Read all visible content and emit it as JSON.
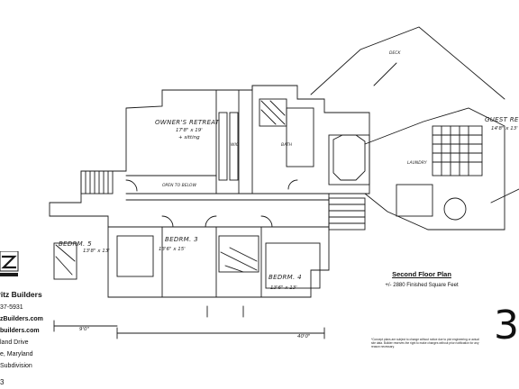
{
  "sheet": {
    "page_number": "3.",
    "corner_mark": "3",
    "title": "Second Floor Plan",
    "subtitle": "+/- 2880 Finished Square Feet",
    "disclaimer": "*Concept plans are subject to change without notice due to plot engineering or actual site data. Builder reserves the right to make changes without prior notification for any reason necessary."
  },
  "builder": {
    "name": "afritz Builders",
    "phone": "37-5931",
    "email": "zBuilders.com",
    "website": "builders.com",
    "address": "land Drive",
    "city": "e, Maryland",
    "subdivision": "Subdivision"
  },
  "rooms": {
    "owners_retreat": "OWNER'S RETREAT",
    "owners_dims": "17'8\" x 19'",
    "owners_note": "+ sitting",
    "bedroom5": "BEDRM. 5",
    "bedroom5_dims": "13'8\" x 13'",
    "bedroom3": "BEDRM. 3",
    "bedroom3_dims": "13'6\" x 15'",
    "bedroom4": "BEDRM. 4",
    "bedroom4_dims": "13'6\" x 13'",
    "laundry": "LAUNDRY",
    "bath": "BATH",
    "guest_retreat": "GUEST RE",
    "guest_dims": "14'8\" x 13'",
    "deck": "DECK",
    "open_to_below": "OPEN TO BELOW",
    "wic": "WIC",
    "dim_bottom_1": "9'0\"",
    "dim_bottom_2": "40'0\""
  },
  "colors": {
    "ink": "#1a1a1a",
    "paper": "#ffffff"
  }
}
